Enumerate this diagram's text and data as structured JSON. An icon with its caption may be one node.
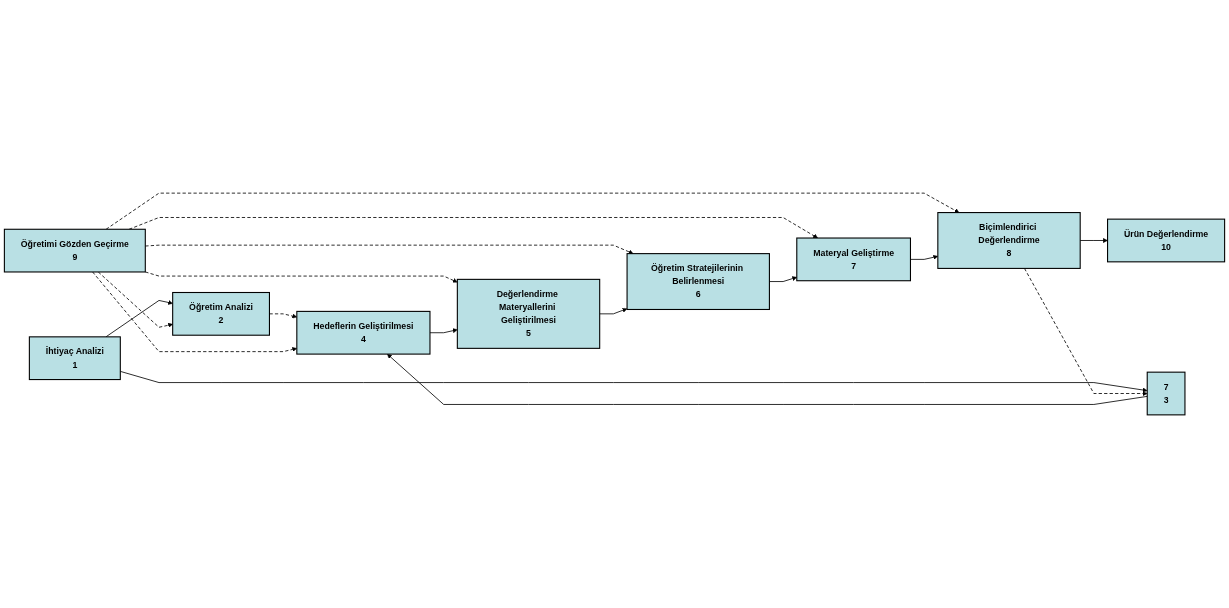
{
  "diagram": {
    "nodes": [
      {
        "text": [
          "İhtiyaç Analizi",
          "1"
        ]
      },
      {
        "text": [
          "Öğretim Analizi",
          "2"
        ]
      },
      {
        "text": [
          "7",
          "3"
        ]
      },
      {
        "text": [
          "Hedeflerin Geliştirilmesi",
          "4"
        ]
      },
      {
        "text": [
          "Değerlendirme Materyallerini Geliştirilmesi",
          "5"
        ]
      },
      {
        "text": [
          "Öğretim Stratejilerinin Belirlenmesi",
          "6"
        ]
      },
      {
        "text": [
          "Materyal Geliştirme",
          "7"
        ]
      },
      {
        "text": [
          "Biçimlendirici Değerlendirme",
          "8"
        ]
      },
      {
        "text": [
          "Öğretimi Gözden Geçirme",
          "9"
        ]
      },
      {
        "text": [
          "Ürün Değerlendirme",
          "10"
        ]
      }
    ],
    "edges": [
      {
        "from": 0,
        "to": 1,
        "arrow": "to"
      },
      {
        "from": 0,
        "to": 2,
        "arrow": "to"
      },
      {
        "from": 2,
        "to": 3,
        "arrow": "to"
      },
      {
        "from": 1,
        "to": 3,
        "arrow": "to",
        "style": "dashed"
      },
      {
        "from": 8,
        "to": 1,
        "arrow": "to",
        "style": "dashed"
      },
      {
        "from": 8,
        "to": 3,
        "arrow": "to",
        "style": "dashed"
      },
      {
        "from": 8,
        "to": 4,
        "arrow": "to",
        "style": "dashed"
      },
      {
        "from": 8,
        "to": 5,
        "arrow": "to",
        "style": "dashed"
      },
      {
        "from": 8,
        "to": 6,
        "arrow": "to",
        "style": "dashed"
      },
      {
        "from": 8,
        "to": 7,
        "arrow": "to",
        "style": "dashed"
      },
      {
        "from": 3,
        "to": 4,
        "arrow": "to"
      },
      {
        "from": 4,
        "to": 5,
        "arrow": "to"
      },
      {
        "from": 5,
        "to": 6,
        "arrow": "to"
      },
      {
        "from": 6,
        "to": 7,
        "arrow": "to"
      },
      {
        "from": 7,
        "to": 9,
        "arrow": "to"
      },
      {
        "from": 7,
        "to": 2,
        "arrow": "to",
        "style": "dashed"
      }
    ]
  }
}
